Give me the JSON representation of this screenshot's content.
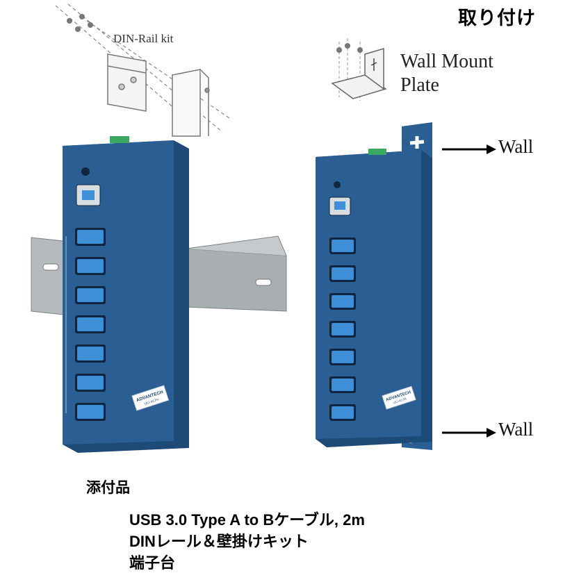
{
  "header": {
    "title": "取り付け"
  },
  "din_kit": {
    "label": "DIN-Rail kit"
  },
  "wall_mount": {
    "label_line1": "Wall Mount",
    "label_line2": "Plate"
  },
  "wall_labels": [
    "Wall",
    "Wall"
  ],
  "device": {
    "brand": "ADVANTECH",
    "model": "ULI-417H",
    "port_count": 7,
    "colors": {
      "body": "#2b5f93",
      "body_dark": "#1e4a77",
      "port": "#3f8fd8",
      "terminal": "#3aa860",
      "rail": "#9aa0a4"
    }
  },
  "accessories": {
    "heading": "添付品",
    "items": [
      "USB 3.0 Type A to Bケーブル, 2m",
      "DINレール＆壁掛けキット",
      "端子台"
    ]
  }
}
